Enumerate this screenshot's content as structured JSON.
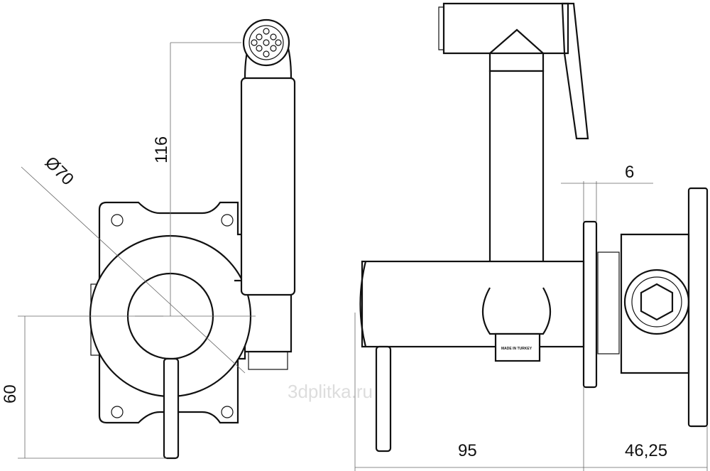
{
  "dimensions": {
    "height_116": "116",
    "diameter_70": "Ø70",
    "depth_6": "6",
    "height_60": "60",
    "length_95": "95",
    "length_46_25": "46,25"
  },
  "labels": {
    "made_in": "MADE IN TURKEY",
    "watermark": "3dplitka.ru"
  }
}
